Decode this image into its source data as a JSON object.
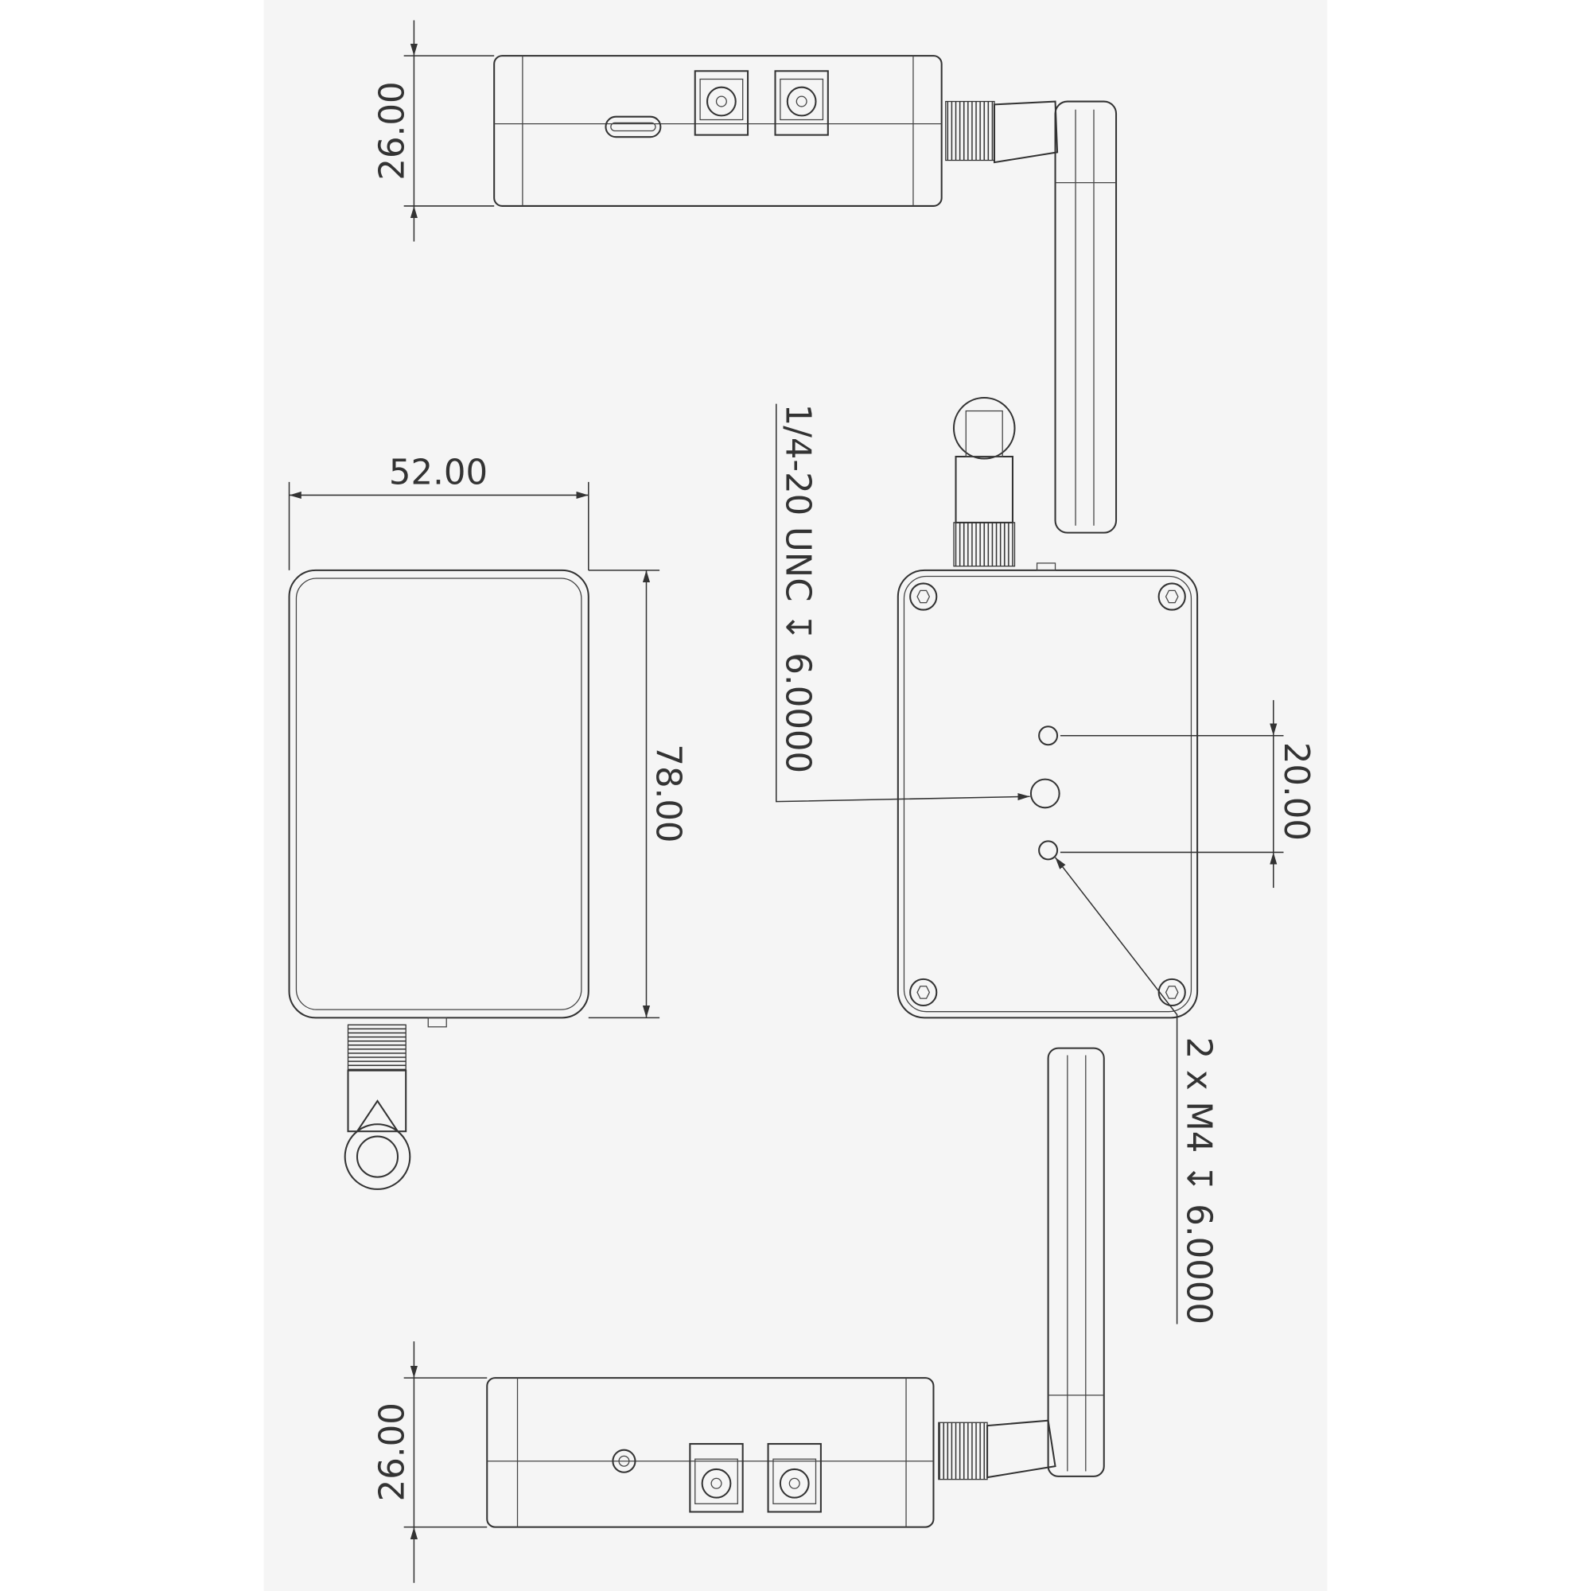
{
  "dimensions": {
    "top_height": "26.00",
    "width": "52.00",
    "length": "78.00",
    "hole_spacing": "20.00",
    "bottom_height": "26.00"
  },
  "callouts": {
    "center_hole": "1/4-20 UNC  ↧ 6.0000",
    "side_holes": "2 x M4  ↧ 6.0000"
  },
  "colors": {
    "line": "#333333",
    "background": "#f5f5f5"
  }
}
